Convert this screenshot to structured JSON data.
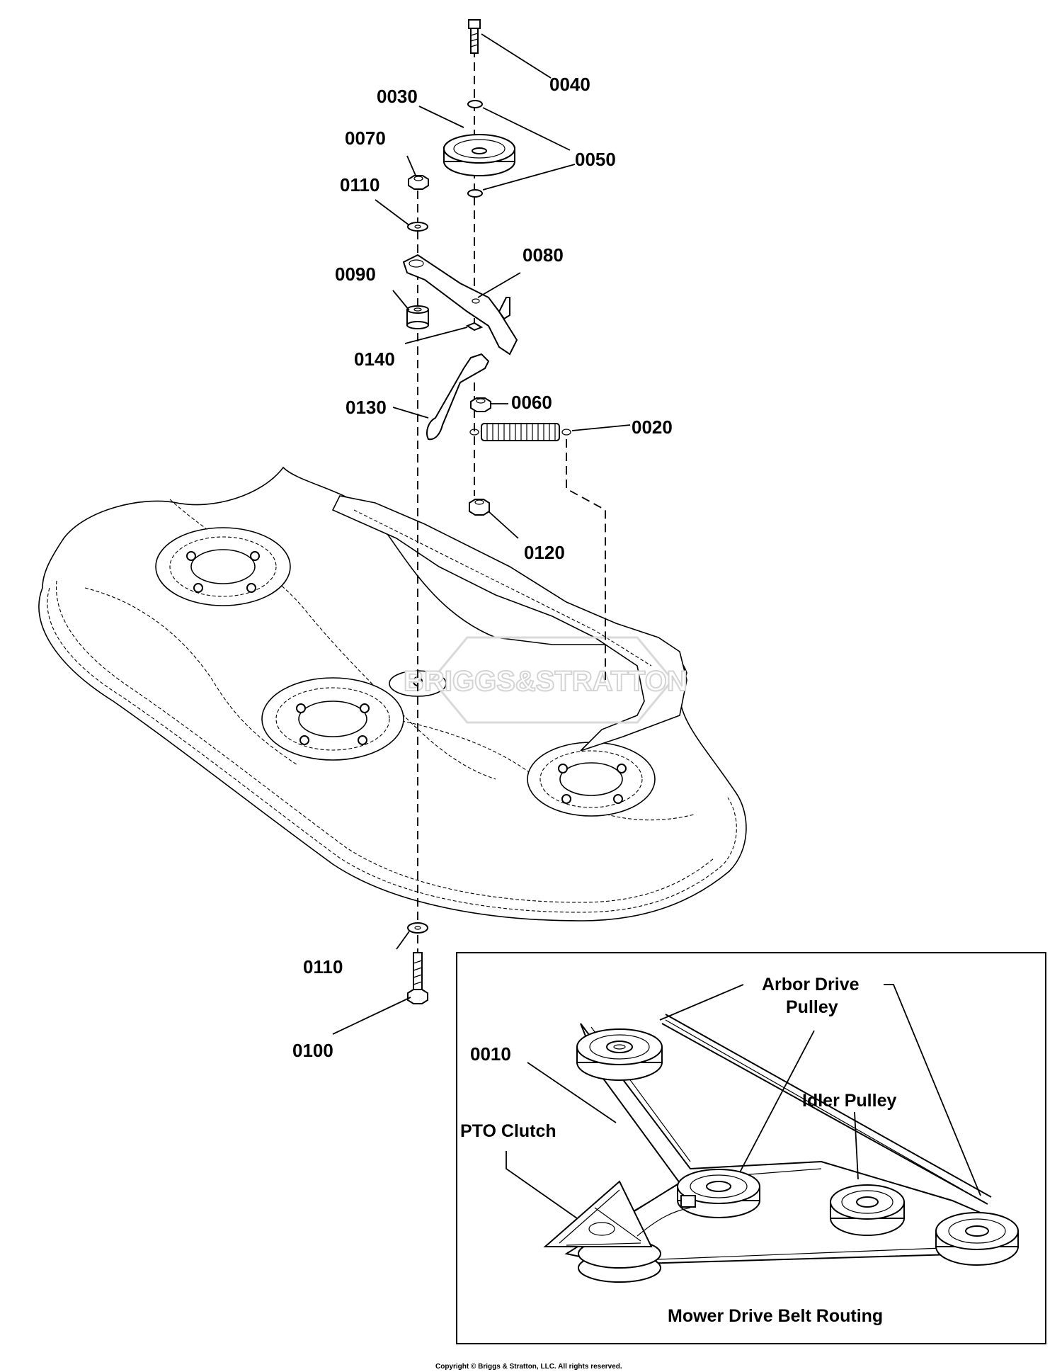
{
  "callouts": {
    "c0040": "0040",
    "c0030": "0030",
    "c0050": "0050",
    "c0070": "0070",
    "c0110_top": "0110",
    "c0080": "0080",
    "c0090": "0090",
    "c0140": "0140",
    "c0130": "0130",
    "c0060": "0060",
    "c0020": "0020",
    "c0120": "0120",
    "c0110_bottom": "0110",
    "c0100": "0100"
  },
  "inset": {
    "c0010": "0010",
    "arbor_line1": "Arbor Drive",
    "arbor_line2": "Pulley",
    "idler": "Idler Pulley",
    "pto": "PTO Clutch",
    "caption": "Mower Drive Belt Routing"
  },
  "watermark": "BRIGGS&STRATTON",
  "copyright": "Copyright © Briggs & Stratton, LLC. All rights reserved."
}
